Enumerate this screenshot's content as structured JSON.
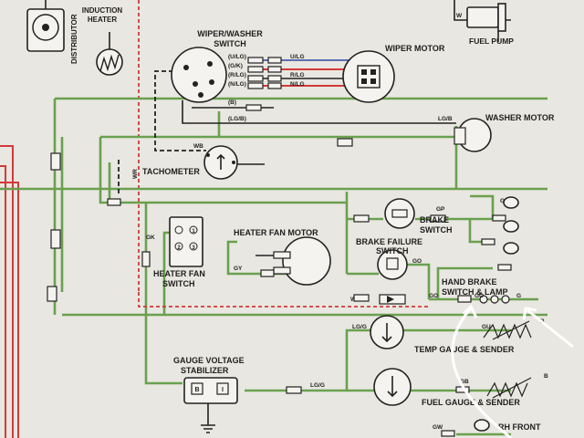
{
  "labels": {
    "distributor": "DISTRIBUTOR",
    "induction_heater_1": "INDUCTION",
    "induction_heater_2": "HEATER",
    "wiper_switch_1": "WIPER/WASHER",
    "wiper_switch_2": "SWITCH",
    "wiper_motor": "WIPER MOTOR",
    "fuel_pump": "FUEL PUMP",
    "washer_motor": "WASHER MOTOR",
    "tachometer": "TACHOMETER",
    "heater_fan_motor": "HEATER FAN MOTOR",
    "heater_fan_switch_1": "HEATER FAN",
    "heater_fan_switch_2": "SWITCH",
    "brake_switch_1": "BRAKE",
    "brake_switch_2": "SWITCH",
    "brake_failure_1": "BRAKE FAILURE",
    "brake_failure_2": "SWITCH",
    "hand_brake_1": "HAND BRAKE",
    "hand_brake_2": "SWITCH & LAMP",
    "gauge_stabilizer_1": "GAUGE VOLTAGE",
    "gauge_stabilizer_2": "STABILIZER",
    "temp_gauge": "TEMP GAUGE & SENDER",
    "fuel_gauge": "FUEL GAUGE & SENDER",
    "rh_front": "RH FRONT"
  },
  "wire_codes": {
    "u_lg_1": "(U/LG)",
    "g_k": "(G/K)",
    "r_lg_1": "(R/LG)",
    "n_lg_1": "(N/LG)",
    "u_lg_2": "U/LG",
    "r_lg_2": "R/LG",
    "n_lg_2": "N/LG",
    "b_paren": "(B)",
    "lg_b_paren": "(LG/B)",
    "lg_b": "LG/B",
    "wb": "WB",
    "wr_vert": "WR",
    "wr": "WR",
    "gk": "GK",
    "gy": "GY",
    "gp_1": "GP",
    "gp_2": "GP",
    "go_1": "GO",
    "go_2": "GO",
    "go_3": "GO",
    "lg_g_1": "LG/G",
    "lg_g_2": "LG/G",
    "gu": "GU",
    "gb": "GB",
    "gw": "GW",
    "w": "W",
    "b_1": "B",
    "b_2": "B",
    "g": "G"
  },
  "switch_positions": {
    "p1": "1",
    "p2": "2",
    "p3": "3"
  },
  "stabilizer_terminals": {
    "b": "B",
    "i": "I"
  },
  "colors": {
    "paper": "#e9e7e1",
    "green_wire": "#6aa04f",
    "red_wire": "#d23a3a",
    "blue_wire": "#5b6fb0",
    "black_wire": "#222222",
    "annotation_arrow": "#ffffff"
  }
}
